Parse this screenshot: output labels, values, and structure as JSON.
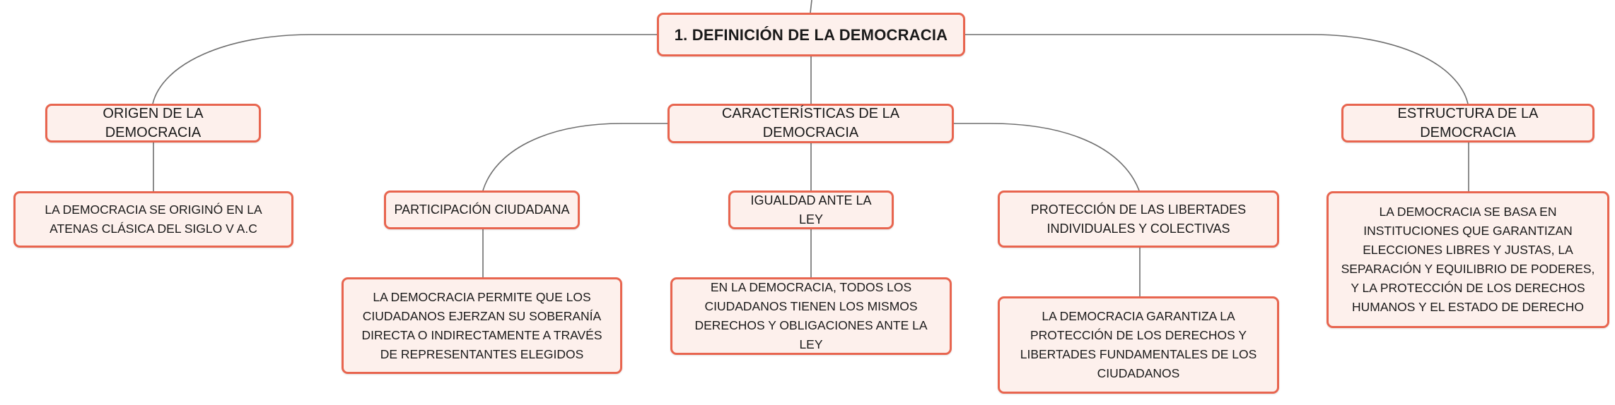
{
  "mindmap": {
    "root": "1. DEFINICIÓN DE LA DEMOCRACIA",
    "branches": [
      {
        "label": "ORIGEN DE LA DEMOCRACIA",
        "detail": "LA DEMOCRACIA SE ORIGINÓ EN LA ATENAS CLÁSICA DEL SIGLO V A.C"
      },
      {
        "label": "CARACTERÍSTICAS DE LA DEMOCRACIA",
        "children": [
          {
            "label": "PARTICIPACIÓN CIUDADANA",
            "detail": "LA DEMOCRACIA PERMITE QUE LOS CIUDADANOS EJERZAN SU SOBERANÍA DIRECTA O INDIRECTAMENTE A TRAVÉS DE REPRESENTANTES ELEGIDOS"
          },
          {
            "label": "IGUALDAD ANTE LA LEY",
            "detail": "EN LA DEMOCRACIA, TODOS LOS CIUDADANOS TIENEN LOS MISMOS DERECHOS Y OBLIGACIONES ANTE LA LEY"
          },
          {
            "label": "PROTECCIÓN DE LAS LIBERTADES INDIVIDUALES Y COLECTIVAS",
            "detail": "LA DEMOCRACIA GARANTIZA LA PROTECCIÓN DE LOS DERECHOS Y LIBERTADES FUNDAMENTALES DE LOS CIUDADANOS"
          }
        ]
      },
      {
        "label": "ESTRUCTURA DE LA DEMOCRACIA",
        "detail": "LA DEMOCRACIA SE BASA EN INSTITUCIONES QUE GARANTIZAN ELECCIONES LIBRES Y JUSTAS, LA SEPARACIÓN Y EQUILIBRIO DE PODERES, Y LA PROTECCIÓN DE LOS DERECHOS HUMANOS Y EL ESTADO DE DERECHO"
      }
    ]
  },
  "colors": {
    "node_border": "#e8654f",
    "node_fill": "#fdf0ec",
    "connector": "#6e6e6e",
    "text": "#1a1a1a"
  }
}
